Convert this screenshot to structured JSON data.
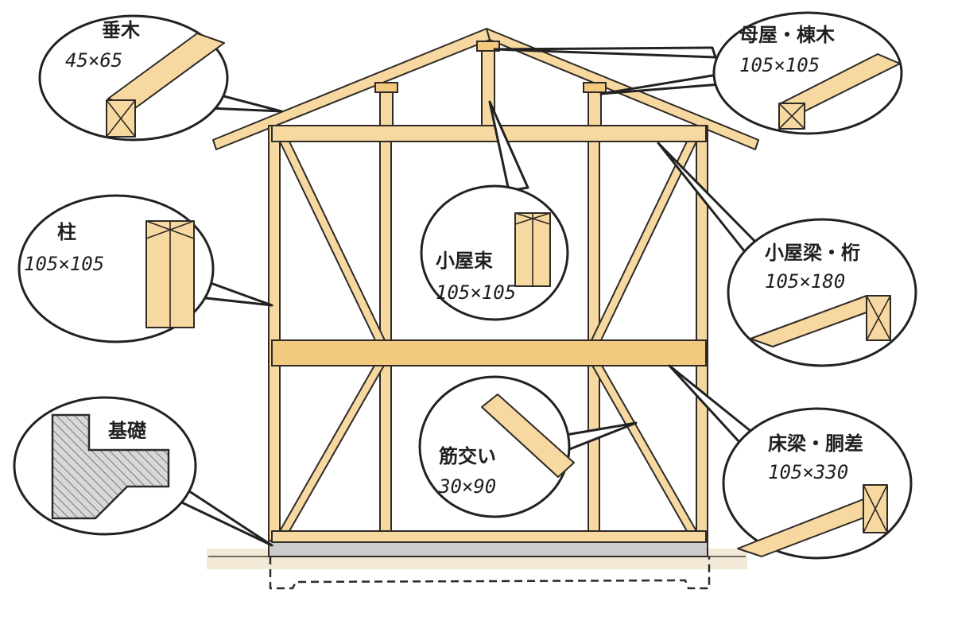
{
  "callouts": {
    "rafter": {
      "name": "垂木",
      "size": "45×65"
    },
    "purlin_ridge": {
      "name": "母屋・棟木",
      "size": "105×105"
    },
    "column": {
      "name": "柱",
      "size": "105×105"
    },
    "roof_strut": {
      "name": "小屋束",
      "size": "105×105"
    },
    "roof_beam": {
      "name": "小屋梁・桁",
      "size": "105×180"
    },
    "foundation": {
      "name": "基礎",
      "size": ""
    },
    "brace": {
      "name": "筋交い",
      "size": "30×90"
    },
    "floor_beam": {
      "name": "床梁・胴差",
      "size": "105×330"
    }
  },
  "colors": {
    "timber": "#f6d8a0",
    "timber_shade": "#f3c97f",
    "outline": "#2e2a26",
    "concrete": "#c9c9c9",
    "ground": "#eadfc4"
  }
}
